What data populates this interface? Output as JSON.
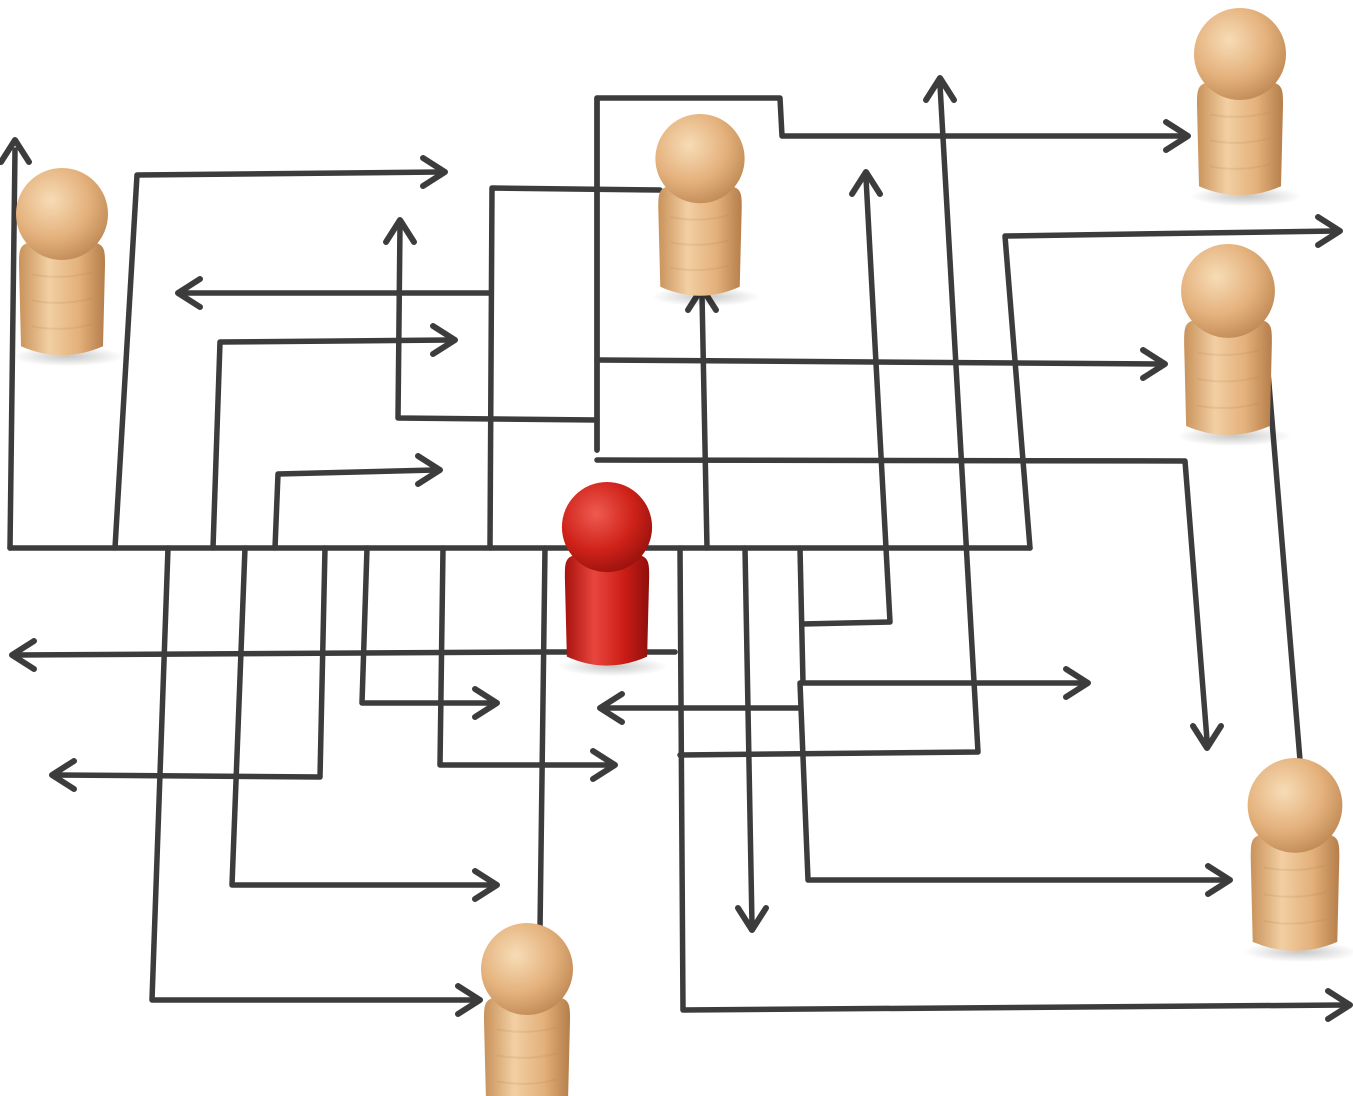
{
  "scene": {
    "description_tags": [
      "maze",
      "wooden-pawns",
      "arrows"
    ],
    "colors": {
      "background": "#ffffff",
      "ink": "#3c3c3c",
      "wood_light": "#f2cfa3",
      "wood_mid": "#dda872",
      "wood_dark": "#b9834f",
      "red_light": "#e8463d",
      "red_mid": "#c81d17",
      "red_dark": "#8f0f0c"
    },
    "pawns": [
      {
        "name": "pawn-wood-left",
        "color": "wood"
      },
      {
        "name": "pawn-wood-top-center",
        "color": "wood"
      },
      {
        "name": "pawn-wood-top-right",
        "color": "wood"
      },
      {
        "name": "pawn-wood-mid-right",
        "color": "wood"
      },
      {
        "name": "pawn-wood-bottom-right",
        "color": "wood"
      },
      {
        "name": "pawn-wood-bottom-center",
        "color": "wood"
      },
      {
        "name": "pawn-red-center",
        "color": "red"
      }
    ]
  }
}
